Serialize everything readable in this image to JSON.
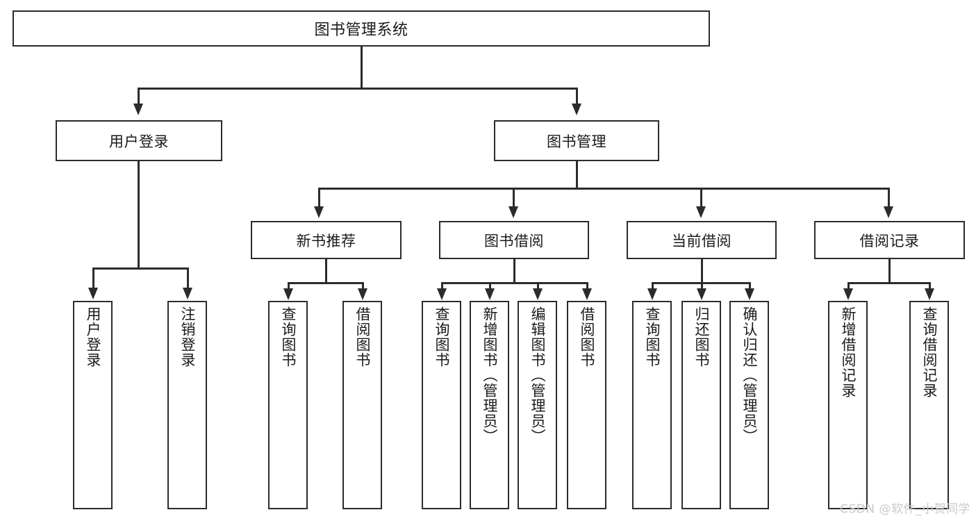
{
  "diagram": {
    "type": "tree",
    "title": "图书管理系统",
    "root": {
      "label": "图书管理系统"
    },
    "level2": [
      {
        "label": "用户登录"
      },
      {
        "label": "图书管理"
      }
    ],
    "level3": [
      {
        "label": "新书推荐"
      },
      {
        "label": "图书借阅"
      },
      {
        "label": "当前借阅"
      },
      {
        "label": "借阅记录"
      }
    ],
    "leaves": {
      "user_login": [
        {
          "label": "用户登录"
        },
        {
          "label": "注销登录"
        }
      ],
      "new_book_recommend": [
        {
          "label": "查询图书"
        },
        {
          "label": "借阅图书"
        }
      ],
      "book_borrow": [
        {
          "label": "查询图书"
        },
        {
          "label": "新增图书（管理员）"
        },
        {
          "label": "编辑图书（管理员）"
        },
        {
          "label": "借阅图书"
        }
      ],
      "current_borrow": [
        {
          "label": "查询图书"
        },
        {
          "label": "归还图书"
        },
        {
          "label": "确认归还（管理员）"
        }
      ],
      "borrow_record": [
        {
          "label": "新增借阅记录"
        },
        {
          "label": "查询借阅记录"
        }
      ]
    }
  },
  "watermark": {
    "text": "CSDN @软件_小贺同学"
  },
  "colors": {
    "stroke": "#2b2b2b",
    "background": "#ffffff",
    "text": "#1a1a1a",
    "watermark": "#c9c9c9"
  }
}
